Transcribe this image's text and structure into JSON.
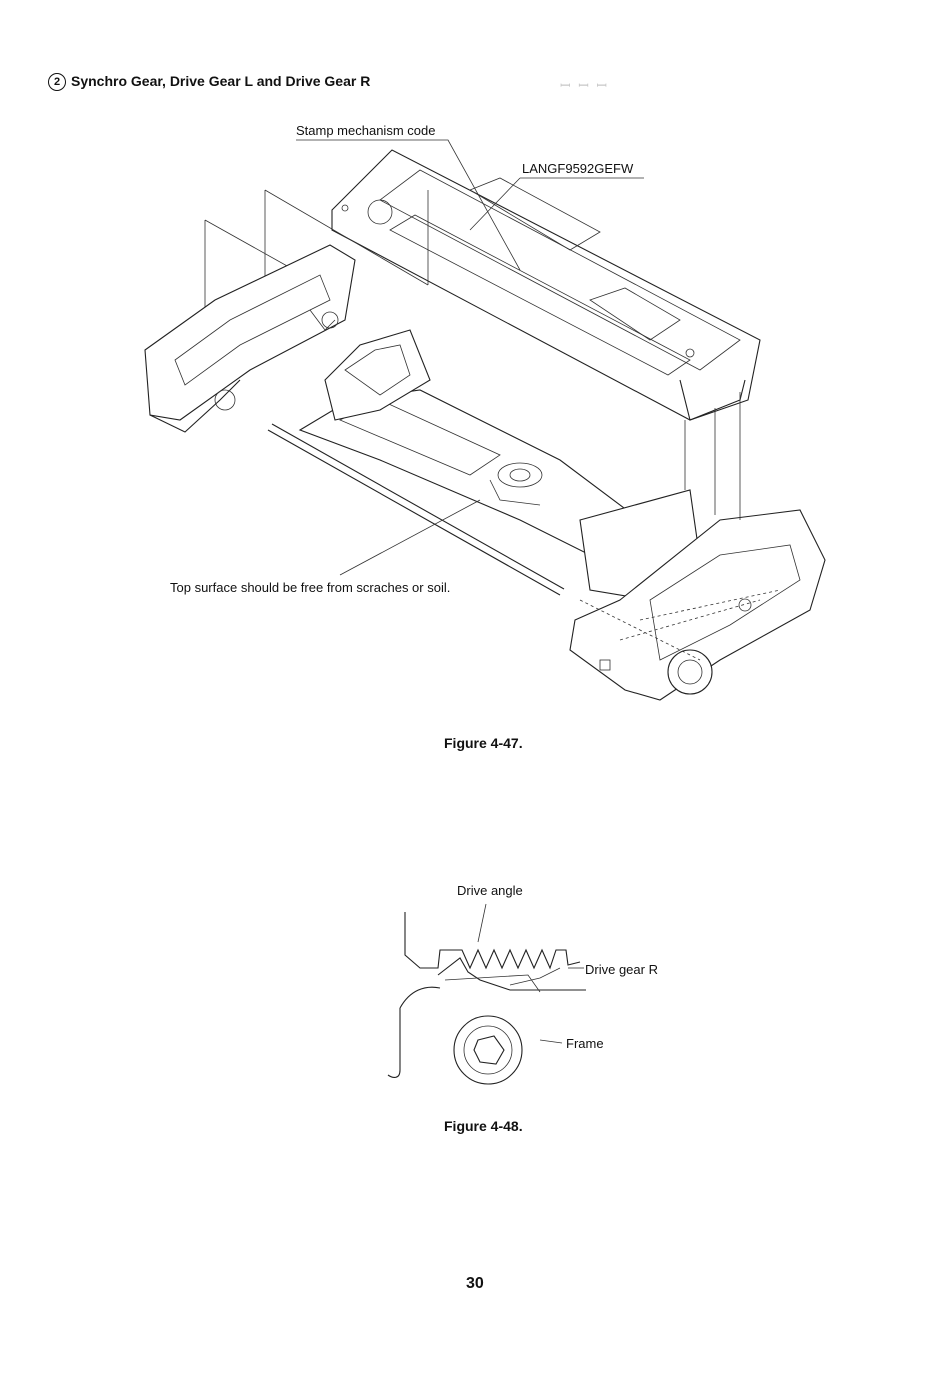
{
  "section": {
    "number": "2",
    "title": "Synchro Gear, Drive Gear L and Drive Gear R"
  },
  "figure_47": {
    "label_stamp": "Stamp mechanism code",
    "label_code": "LANGF9592GEFW",
    "label_surface": "Top surface should be free from scraches or soil.",
    "caption": "Figure 4-47."
  },
  "figure_48": {
    "label_angle": "Drive angle",
    "label_gear": "Drive gear R",
    "label_frame": "Frame",
    "caption": "Figure 4-48."
  },
  "page_number": "30"
}
